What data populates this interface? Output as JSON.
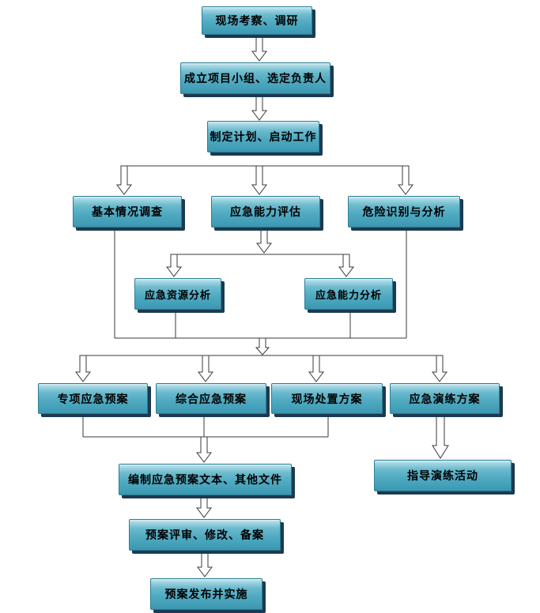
{
  "flowchart": {
    "nodes": {
      "site_survey": {
        "label": "现场考察、调研"
      },
      "form_team": {
        "label": "成立项目小组、选定负责人"
      },
      "make_plan": {
        "label": "制定计划、启动工作"
      },
      "basic_survey": {
        "label": "基本情况调查"
      },
      "capability_assess": {
        "label": "应急能力评估"
      },
      "hazard_id": {
        "label": "危险识别与分析"
      },
      "resource_analysis": {
        "label": "应急资源分析"
      },
      "capability_analysis": {
        "label": "应急能力分析"
      },
      "special_plan": {
        "label": "专项应急预案"
      },
      "comprehensive_plan": {
        "label": "综合应急预案"
      },
      "onsite_plan": {
        "label": "现场处置方案"
      },
      "drill_plan": {
        "label": "应急演练方案"
      },
      "compile_docs": {
        "label": "编制应急预案文本、其他文件"
      },
      "guide_drill": {
        "label": "指导演练活动"
      },
      "review_plan": {
        "label": "预案评审、修改、备案"
      },
      "publish_plan": {
        "label": "预案发布并实施"
      }
    }
  },
  "colors": {
    "box_fill_top": "#d8eef5",
    "box_fill_bottom": "#3b97af",
    "box_border": "#2b7e95",
    "box_shadow": "#1b3a52",
    "connector_line": "#3a3a3a",
    "arrow_fill": "#ffffff",
    "text": "#000000",
    "background": "#ffffff"
  }
}
